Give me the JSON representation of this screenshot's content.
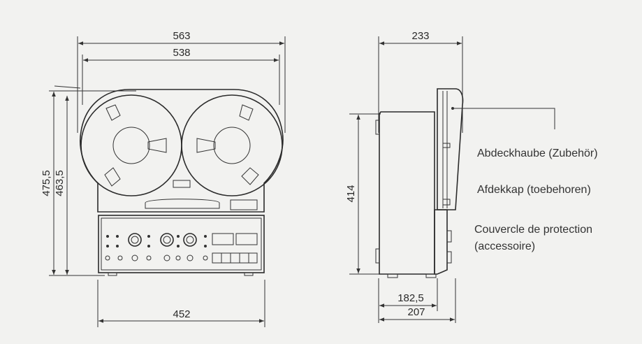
{
  "front_view": {
    "width_outer": "563",
    "width_inner": "538",
    "height_outer": "475,5",
    "height_inner": "463,5",
    "base_width": "452"
  },
  "side_view": {
    "depth_total": "233",
    "height": "414",
    "depth_base_inner": "182,5",
    "depth_base_outer": "207"
  },
  "labels": {
    "cover_de": "Abdeckhaube (Zubehör)",
    "cover_nl": "Afdekkap (toebehoren)",
    "cover_fr_line1": "Couvercle de protection",
    "cover_fr_line2": "(accessoire)"
  },
  "colors": {
    "background": "#f2f2f0",
    "line": "#333333",
    "fill": "#f7f7f5",
    "panel": "#e8e8e4"
  }
}
